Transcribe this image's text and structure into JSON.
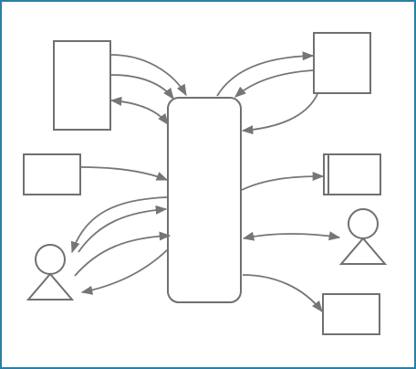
{
  "diagram": {
    "type": "data-flow",
    "colors": {
      "frame": "#2e7ea3",
      "shape_stroke": "#707070",
      "arrow_stroke": "#767676",
      "background": "#ffffff"
    },
    "nodes": [
      {
        "id": "center-process",
        "kind": "rounded-rect",
        "label": ""
      },
      {
        "id": "data-store-top-left",
        "kind": "rect",
        "label": ""
      },
      {
        "id": "data-store-top-right",
        "kind": "rect",
        "label": ""
      },
      {
        "id": "data-store-mid-left",
        "kind": "rect",
        "label": ""
      },
      {
        "id": "data-store-mid-right",
        "kind": "stacked-rect",
        "label": ""
      },
      {
        "id": "actor-left",
        "kind": "actor",
        "label": ""
      },
      {
        "id": "actor-right",
        "kind": "actor",
        "label": ""
      },
      {
        "id": "data-store-bottom-right",
        "kind": "rect",
        "label": ""
      }
    ],
    "edges": [
      {
        "from": "data-store-top-left",
        "to": "center-process",
        "direction": "forward"
      },
      {
        "from": "data-store-top-left",
        "to": "center-process",
        "direction": "forward"
      },
      {
        "from": "data-store-top-left",
        "to": "center-process",
        "direction": "both"
      },
      {
        "from": "center-process",
        "to": "data-store-top-right",
        "direction": "forward"
      },
      {
        "from": "data-store-top-right",
        "to": "center-process",
        "direction": "forward"
      },
      {
        "from": "data-store-top-right",
        "to": "center-process",
        "direction": "forward"
      },
      {
        "from": "data-store-mid-left",
        "to": "center-process",
        "direction": "forward"
      },
      {
        "from": "center-process",
        "to": "data-store-mid-right",
        "direction": "forward"
      },
      {
        "from": "center-process",
        "to": "actor-left",
        "direction": "forward"
      },
      {
        "from": "actor-left",
        "to": "center-process",
        "direction": "forward"
      },
      {
        "from": "actor-left",
        "to": "center-process",
        "direction": "forward"
      },
      {
        "from": "center-process",
        "to": "actor-left",
        "direction": "forward"
      },
      {
        "from": "center-process",
        "to": "actor-right",
        "direction": "both"
      },
      {
        "from": "center-process",
        "to": "data-store-bottom-right",
        "direction": "forward"
      }
    ]
  }
}
